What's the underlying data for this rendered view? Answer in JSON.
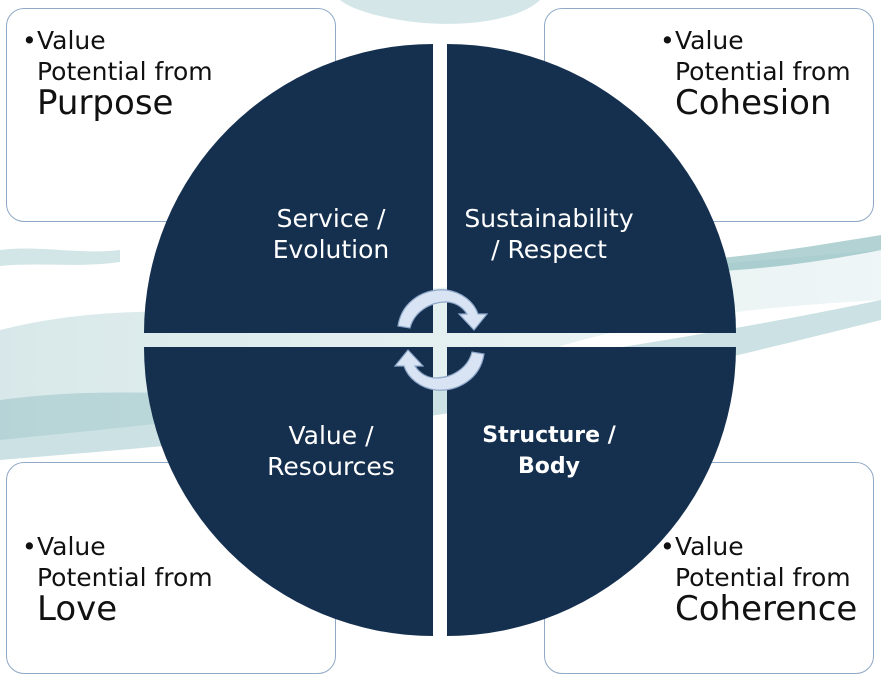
{
  "colors": {
    "quadrant_fill": "#15304f",
    "box_border": "#8fa9c6",
    "arrow_fill": "#d8e4f3",
    "arrow_stroke": "#8ea7c9",
    "water": "#9cc3c6"
  },
  "boxes": {
    "top_left": {
      "bullet": "Value",
      "line2": "Potential from",
      "keyword": "Purpose"
    },
    "top_right": {
      "bullet": "Value",
      "line2": "Potential from",
      "keyword": "Cohesion"
    },
    "bottom_left": {
      "bullet": "Value",
      "line2": "Potential from",
      "keyword": "Love"
    },
    "bottom_right": {
      "bullet": "Value",
      "line2": "Potential from",
      "keyword": "Coherence"
    }
  },
  "quadrants": {
    "top_left": {
      "line1": "Service /",
      "line2": "Evolution"
    },
    "top_right": {
      "line1": "Sustainability",
      "line2": "/ Respect"
    },
    "bottom_left": {
      "line1": "Value /",
      "line2": "Resources"
    },
    "bottom_right": {
      "line1": "Structure /",
      "line2": "Body"
    }
  },
  "icons": {
    "center": "cycle-arrows-icon"
  }
}
